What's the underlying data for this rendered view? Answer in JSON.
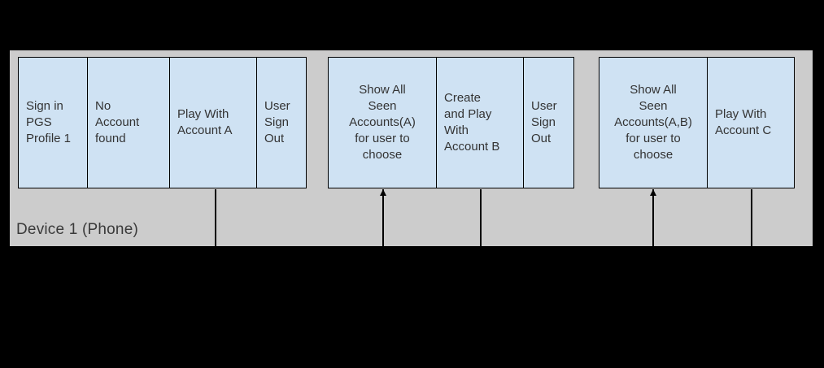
{
  "lane": {
    "label": "Device 1 (Phone)"
  },
  "colors": {
    "canvas_bg": "#000000",
    "lane_bg": "#cccccc",
    "box_fill": "#cfe2f3",
    "box_border": "#000000",
    "text": "#333333"
  },
  "groups": [
    {
      "boxes": [
        {
          "label": "Sign in\nPGS\nProfile 1",
          "align": "left"
        },
        {
          "label": "No\nAccount\nfound",
          "align": "left"
        },
        {
          "label": "Play With\nAccount A",
          "align": "left"
        },
        {
          "label": "User\nSign\nOut",
          "align": "left"
        }
      ]
    },
    {
      "boxes": [
        {
          "label": "Show All\nSeen\nAccounts(A)\nfor user to\nchoose",
          "align": "center"
        },
        {
          "label": "Create\nand Play\nWith\nAccount B",
          "align": "left"
        },
        {
          "label": "User\nSign\nOut",
          "align": "left"
        }
      ]
    },
    {
      "boxes": [
        {
          "label": "Show All\nSeen\nAccounts(A,B)\nfor user to\nchoose",
          "align": "center"
        },
        {
          "label": "Play With\nAccount C",
          "align": "left"
        }
      ]
    }
  ]
}
